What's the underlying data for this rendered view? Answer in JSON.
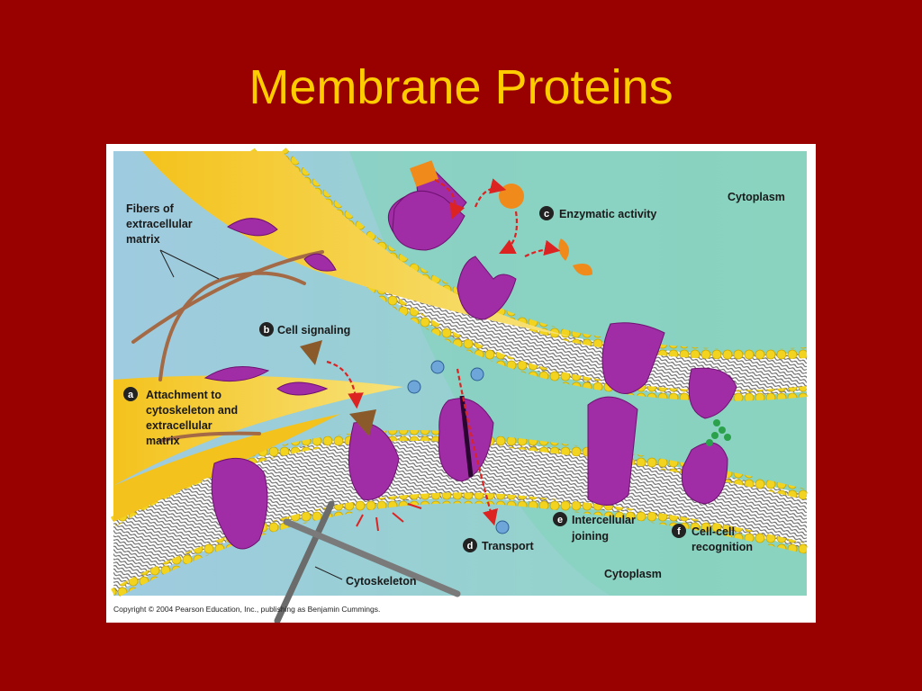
{
  "slide": {
    "title": "Membrane Proteins"
  },
  "figure": {
    "regions": {
      "cytoplasm_top": "Cytoplasm",
      "cytoplasm_bottom": "Cytoplasm"
    },
    "labels": {
      "fibers": [
        "Fibers of",
        "extracellular",
        "matrix"
      ],
      "cytoskeleton": "Cytoskeleton"
    },
    "functions": [
      {
        "letter": "a",
        "lines": [
          "Attachment to",
          "cytoskeleton and",
          "extracellular",
          "matrix"
        ]
      },
      {
        "letter": "b",
        "lines": [
          "Cell signaling"
        ]
      },
      {
        "letter": "c",
        "lines": [
          "Enzymatic activity"
        ]
      },
      {
        "letter": "d",
        "lines": [
          "Transport"
        ]
      },
      {
        "letter": "e",
        "lines": [
          "Intercellular",
          "joining"
        ]
      },
      {
        "letter": "f",
        "lines": [
          "Cell-cell",
          "recognition"
        ]
      }
    ],
    "copyright": "Copyright © 2004 Pearson Education, Inc., publishing as Benjamin Cummings.",
    "colors": {
      "protein": "#a02da5",
      "membrane_head": "#f2d320",
      "arrow": "#dd2222",
      "cytoplasm": "#8fd6c2",
      "extracellular": "#9fcbe0",
      "title": "#FFCC00",
      "background": "#990000"
    }
  }
}
